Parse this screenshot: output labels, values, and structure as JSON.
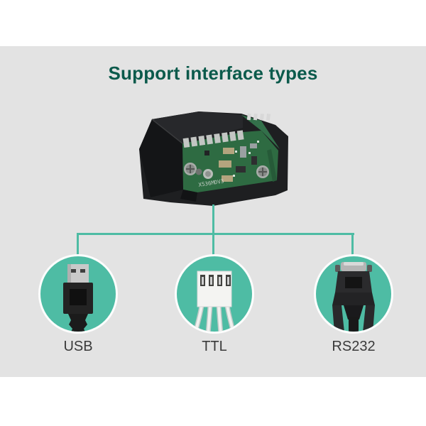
{
  "title": {
    "text": "Support interface types"
  },
  "device": {
    "name": "barcode scan engine module",
    "pcb_silkscreen": "X536MDV3"
  },
  "interfaces": [
    {
      "id": "usb",
      "label": "USB",
      "icon": "usb-plug-icon"
    },
    {
      "id": "ttl",
      "label": "TTL",
      "icon": "ttl-connector-icon"
    },
    {
      "id": "rs232",
      "label": "RS232",
      "icon": "rs232-connector-icon"
    }
  ],
  "colors": {
    "accent_teal": "#4ebca4",
    "panel_gray": "#e3e3e3",
    "title_green": "#0b5a4b",
    "label_gray": "#3a3a3a"
  }
}
